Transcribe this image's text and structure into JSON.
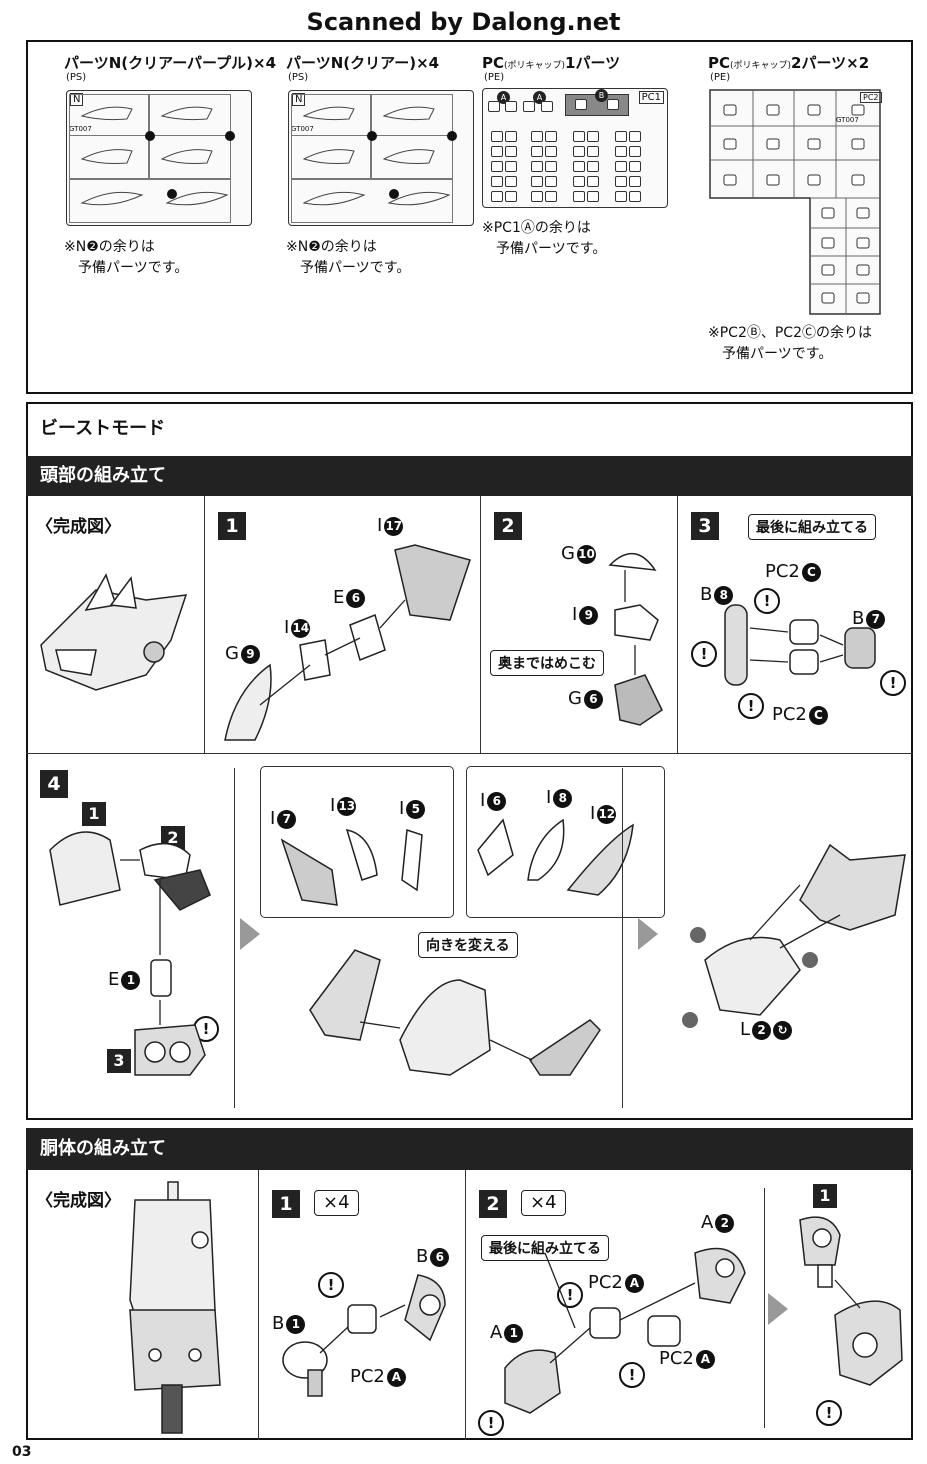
{
  "watermark": "Scanned by Dalong.net",
  "parts": {
    "n_purple": {
      "title": "パーツN(クリアーパープル)×4",
      "material": "(PS)",
      "tag": "N",
      "code": "GT007",
      "note1": "※N❷の余りは",
      "note2": "予備パーツです。"
    },
    "n_clear": {
      "title": "パーツN(クリアー)×4",
      "material": "(PS)",
      "tag": "N",
      "code": "GT007",
      "note1": "※N❷の余りは",
      "note2": "予備パーツです。"
    },
    "pc1": {
      "title": "PC",
      "title_small": "(ポリキャップ)",
      "title_tail": "1パーツ",
      "material": "(PE)",
      "tag": "PC1",
      "note1": "※PC1Ⓐの余りは",
      "note2": "予備パーツです。"
    },
    "pc2": {
      "title": "PC",
      "title_small": "(ポリキャップ)",
      "title_tail": "2パーツ×2",
      "material": "(PE)",
      "tag": "PC2",
      "code": "GT007",
      "note1": "※PC2Ⓑ、PC2Ⓒの余りは",
      "note2": "予備パーツです。"
    }
  },
  "beast_mode": "ビーストモード",
  "head": {
    "section": "頭部の組み立て",
    "complete": "〈完成図〉",
    "s1": {
      "num": "1",
      "l1": "I",
      "n1": "17",
      "l2": "E",
      "n2": "6",
      "l3": "I",
      "n3": "14",
      "l4": "G",
      "n4": "9"
    },
    "s2": {
      "num": "2",
      "l1": "G",
      "n1": "10",
      "l2": "I",
      "n2": "9",
      "l3": "G",
      "n3": "6",
      "callout": "奥まではめこむ"
    },
    "s3": {
      "num": "3",
      "callout": "最後に組み立てる",
      "l1": "PC2",
      "l2": "B",
      "n2": "8",
      "l3": "B",
      "n3": "7",
      "l4": "PC2"
    },
    "s4": {
      "num": "4",
      "sub1": "1",
      "sub2": "2",
      "sub3": "3",
      "lE": "E",
      "nE": "1",
      "d1a": "I",
      "d1an": "7",
      "d1b": "I",
      "d1bn": "13",
      "d1c": "I",
      "d1cn": "5",
      "d2a": "I",
      "d2an": "6",
      "d2b": "I",
      "d2bn": "8",
      "d2c": "I",
      "d2cn": "12",
      "callout": "向きを変える",
      "lL": "L",
      "nL": "2"
    }
  },
  "body": {
    "section": "胴体の組み立て",
    "complete": "〈完成図〉",
    "s1": {
      "num": "1",
      "mult": "×4",
      "lB1": "B",
      "nB1": "1",
      "lB6": "B",
      "nB6": "6",
      "lpc": "PC2"
    },
    "s2": {
      "num": "2",
      "mult": "×4",
      "callout": "最後に組み立てる",
      "lA2": "A",
      "nA2": "2",
      "lA1": "A",
      "nA1": "1",
      "lpc1": "PC2",
      "lpc2": "PC2",
      "sub": "1"
    }
  },
  "page_number": "03"
}
